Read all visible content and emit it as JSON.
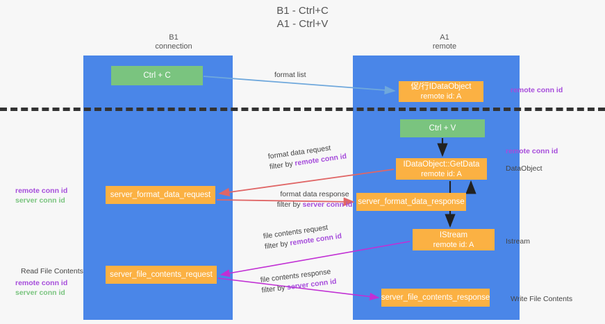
{
  "title": {
    "line1": "B1 - Ctrl+C",
    "line2": "A1 - Ctrl+V"
  },
  "columns": {
    "left": {
      "name": "B1",
      "role": "connection"
    },
    "right": {
      "name": "A1",
      "role": "remote"
    }
  },
  "colors": {
    "lane": "#4a86e8",
    "box_green": "#7ac47f",
    "box_orange": "#fbb143",
    "highlight_purple": "#a64ddb",
    "highlight_green": "#7ac47f",
    "arrow_blue": "#6fa8dc",
    "arrow_red": "#e06666",
    "arrow_magenta": "#c12fd4",
    "arrow_dark": "#222222",
    "divider": "#333333",
    "background": "#f7f7f7"
  },
  "boxes": {
    "ctrl_c": {
      "line1": "Ctrl + C"
    },
    "ctrl_v": {
      "line1": "Ctrl + V"
    },
    "idataobject_register": {
      "line1": "促/行IDataObject",
      "line2": "remote id: A"
    },
    "idataobject_getdata": {
      "line1": "IDataObject::GetData",
      "line2": "remote id: A"
    },
    "istream": {
      "line1": "IStream",
      "line2": "remote id: A"
    },
    "server_format_data_request": {
      "line1": "server_format_data_request"
    },
    "server_format_data_response": {
      "line1": "server_format_data_response"
    },
    "server_file_contents_request": {
      "line1": "server_file_contents_request"
    },
    "server_file_contents_response": {
      "line1": "server_file_contents_response"
    }
  },
  "edge_labels": {
    "format_list": "format list",
    "format_data_request": "format data request",
    "format_data_request_filter_prefix": "filter by ",
    "format_data_request_filter_key": "remote conn id",
    "format_data_response": "format data response",
    "format_data_response_filter_prefix": "filter by ",
    "format_data_response_filter_key": "server conn id",
    "file_contents_request": "file contents request",
    "file_contents_request_filter_prefix": "filter by ",
    "file_contents_request_filter_key": "remote conn id",
    "file_contents_response": "file contents response",
    "file_contents_response_filter_prefix": "filter by ",
    "file_contents_response_filter_key": "server conn id"
  },
  "annotations": {
    "right_remote_conn_id_top": "remote conn id",
    "right_remote_conn_id_mid": "remote conn id",
    "right_dataobject": "DataObject",
    "right_istream": "Istream",
    "right_write_file_contents": "Write File Contents",
    "left_remote_conn_id": "remote conn id",
    "left_server_conn_id": "server conn id",
    "left_read_file_contents": "Read File Contents",
    "left_remote_conn_id_2": "remote conn id",
    "left_server_conn_id_2": "server conn id"
  }
}
